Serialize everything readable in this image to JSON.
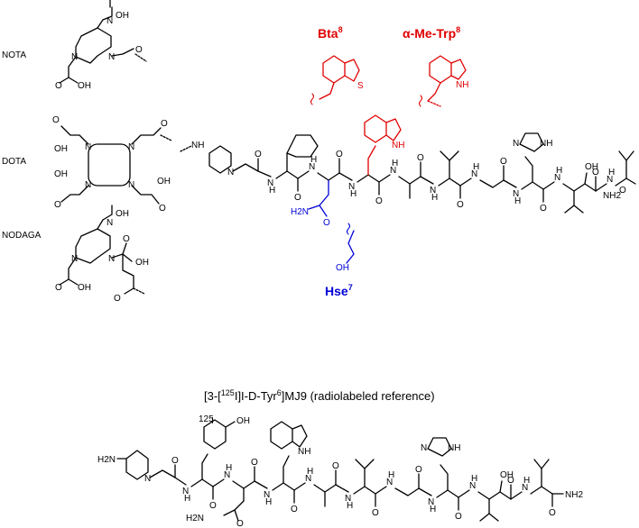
{
  "chelators": [
    {
      "name": "NOTA"
    },
    {
      "name": "DOTA"
    },
    {
      "name": "NODAGA"
    }
  ],
  "modifications": {
    "bta": {
      "text": "Bta",
      "sup": "8",
      "color": "#e00000",
      "atom_s": "S"
    },
    "amt": {
      "text": "α-Me-Trp",
      "sup": "8",
      "color": "#e00000",
      "atom_nh": "NH"
    },
    "hse": {
      "text": "Hse",
      "sup": "7",
      "color": "#0000d8",
      "atom_oh": "OH"
    }
  },
  "reference": {
    "pre": "[3-[",
    "sup1": "125",
    "mid": "I]I-D-Tyr",
    "sup2": "6",
    "post": "]MJ9 (radiolabeled reference)",
    "iodine_mass": "125",
    "iodine_symbol": "I"
  },
  "atoms": {
    "cooh": "OH",
    "o": "O",
    "n": "N",
    "h": "H",
    "hn": "HN",
    "nh": "NH",
    "nh2": "NH2",
    "h2n": "H2N",
    "oh": "OH"
  }
}
